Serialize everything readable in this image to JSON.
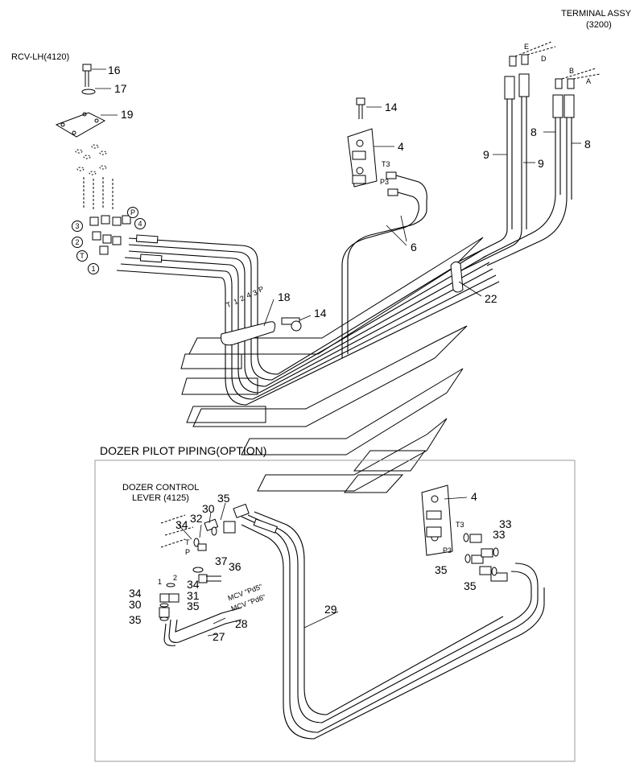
{
  "header": {
    "terminal_assy": "TERMINAL ASSY",
    "terminal_code": "(3200)",
    "rcv": "RCV-LH(4120)"
  },
  "dozer": {
    "title": "DOZER PILOT PIPING(OPTION)",
    "lever_line1": "DOZER CONTROL",
    "lever_line2": "LEVER (4125)",
    "mcv_pd5": "MCV \"Pd5\"",
    "mcv_pd6": "MCV \"Pd6\""
  },
  "callouts_top": {
    "c16": "16",
    "c17": "17",
    "c19": "19",
    "c14a": "14",
    "c4": "4",
    "c9a": "9",
    "c9b": "9",
    "c8a": "8",
    "c8b": "8",
    "c6": "6",
    "c22": "22",
    "c18": "18",
    "c14b": "14"
  },
  "callouts_bottom": {
    "c35a": "35",
    "c30a": "30",
    "c32": "32",
    "c34a": "34",
    "c37": "37",
    "c36": "36",
    "c34b": "34",
    "c34c": "34",
    "c31": "31",
    "c30b": "30",
    "c35b": "35",
    "c35c": "35",
    "c28": "28",
    "c27": "27",
    "c29": "29",
    "c4b": "4",
    "c33a": "33",
    "c33b": "33",
    "c35d": "35",
    "c35e": "35"
  },
  "ports": {
    "A": "A",
    "B": "B",
    "D": "D",
    "E": "E",
    "T3a": "T3",
    "P3a": "P3",
    "T3b": "T3",
    "P3b": "P3",
    "T": "T",
    "P": "P",
    "p1": "1",
    "p2": "2",
    "p3": "3",
    "p4": "4",
    "Tsm": "T",
    "Psm": "P",
    "n1": "1",
    "n2": "2"
  },
  "circled": {
    "c3": "3",
    "cP": "P",
    "c4": "4",
    "c2": "2",
    "cT": "T",
    "c1": "1"
  },
  "colors": {
    "line": "#000000",
    "frame": "#9a9a9a",
    "bg": "#ffffff"
  }
}
